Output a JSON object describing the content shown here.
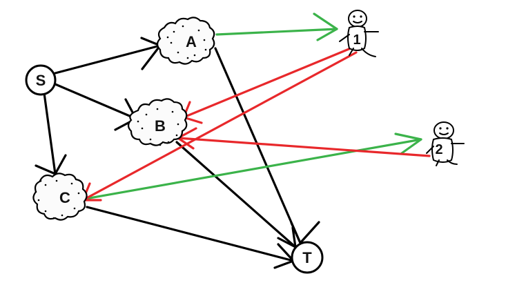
{
  "colors": {
    "black_edge": "#000000",
    "green_edge": "#3bb34a",
    "red_edge": "#e8282b"
  },
  "nodes": {
    "s": "S",
    "t": "T",
    "a": "A",
    "b": "B",
    "c": "C",
    "person1": "1",
    "person2": "2"
  },
  "icons": {
    "cloud": "cloud-node-icon",
    "person": "stick-figure-icon"
  }
}
